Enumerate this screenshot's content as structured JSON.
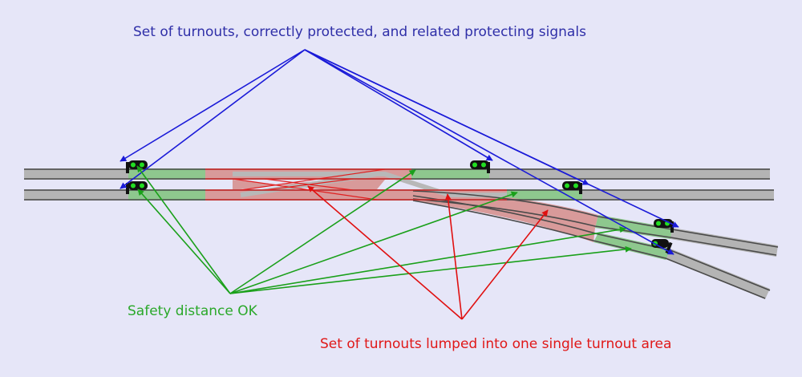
{
  "annotations": {
    "signals_label": "Set of turnouts, correctly protected, and related protecting signals",
    "safety_label": "Safety distance OK",
    "turnout_area_label": "Set of turnouts lumped into one single turnout area"
  },
  "colors": {
    "background": "#e6e6f8",
    "signals_annotation": "#2f2fa8",
    "signal_arrows": "#1a1ad8",
    "safety_annotation": "#2aa82a",
    "safety_arrows": "#1aa01a",
    "turnout_annotation": "#e01818",
    "turnout_arrows": "#e01010",
    "rail": "#4a4a4a",
    "track_bed": "#b4b4b4",
    "safety_zone": "#8ec88e",
    "turnout_zone": "#d89a9a",
    "signal_light": "#22dd22"
  }
}
